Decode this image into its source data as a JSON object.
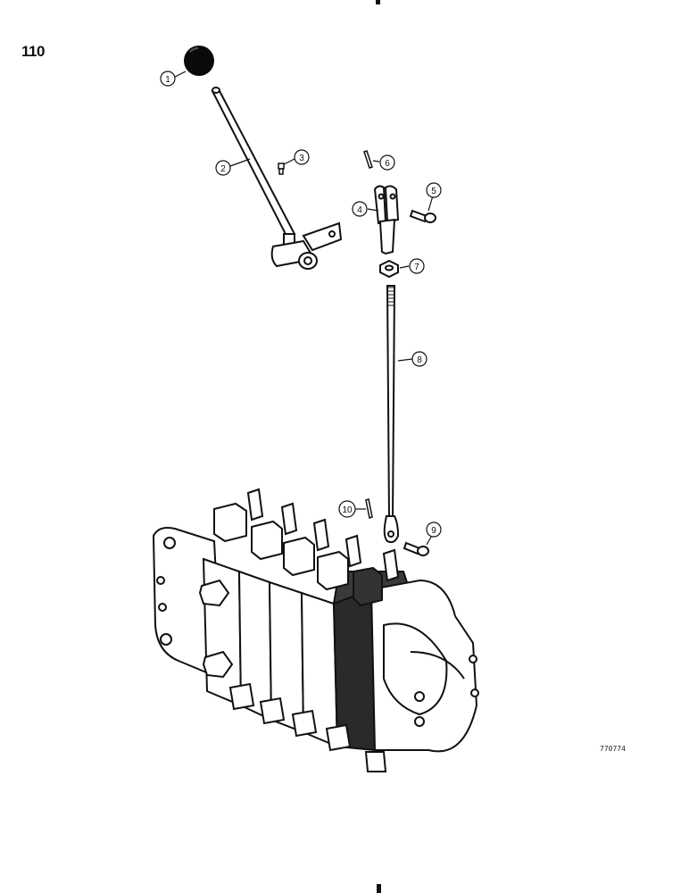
{
  "page": {
    "page_number": "110",
    "figure_code": "770774"
  },
  "callouts": [
    {
      "id": "callout-1",
      "label": "1"
    },
    {
      "id": "callout-2",
      "label": "2"
    },
    {
      "id": "callout-3",
      "label": "3"
    },
    {
      "id": "callout-4",
      "label": "4"
    },
    {
      "id": "callout-5",
      "label": "5"
    },
    {
      "id": "callout-6",
      "label": "6"
    },
    {
      "id": "callout-7",
      "label": "7"
    },
    {
      "id": "callout-8",
      "label": "8"
    },
    {
      "id": "callout-9",
      "label": "9"
    },
    {
      "id": "callout-10",
      "label": "10"
    }
  ]
}
